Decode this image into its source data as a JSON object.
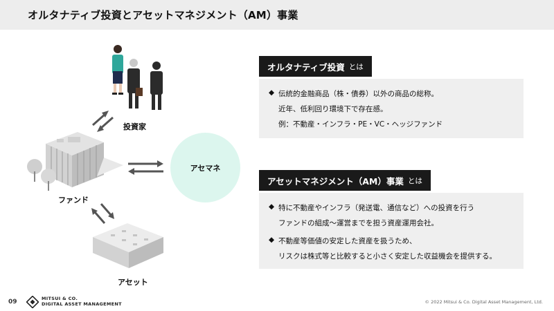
{
  "header": {
    "title": "オルタナティブ投資とアセットマネジメント（AM）事業"
  },
  "diagram": {
    "investors_label": "投資家",
    "fund_label": "ファンド",
    "asset_label": "アセット",
    "acemane_label": "アセマネ"
  },
  "section1": {
    "heading": "オルタナティブ投資",
    "suffix": "とは",
    "bullet_mark": "◆",
    "lines": [
      "伝統的金融商品（株・債券）以外の商品の総称。",
      "近年、低利回り環境下で存在感。",
      "例：不動産・インフラ・PE・VC・ヘッジファンド"
    ]
  },
  "section2": {
    "heading": "アセットマネジメント（AM）事業",
    "suffix": "とは",
    "bullet_mark": "◆",
    "bullets": [
      {
        "lines": [
          "特に不動産やインフラ（発送電、通信など）への投資を行う",
          "ファンドの組成～運営までを担う資産運用会社。"
        ]
      },
      {
        "lines": [
          "不動産等価値の安定した資産を扱うため、",
          "リスクは株式等と比較すると小さく安定した収益機会を提供する。"
        ]
      }
    ]
  },
  "footer": {
    "page_number": "09",
    "brand_line1": "MITSUI & CO.",
    "brand_line2": "DIGITAL ASSET MANAGEMENT",
    "copyright": "© 2022 Mitsui & Co. Digital Asset Management, Ltd."
  },
  "colors": {
    "header_band": "#ededed",
    "panel": "#efefef",
    "heading_bg": "#1a1a1a",
    "acemane_circle": "#dcf6ee"
  }
}
